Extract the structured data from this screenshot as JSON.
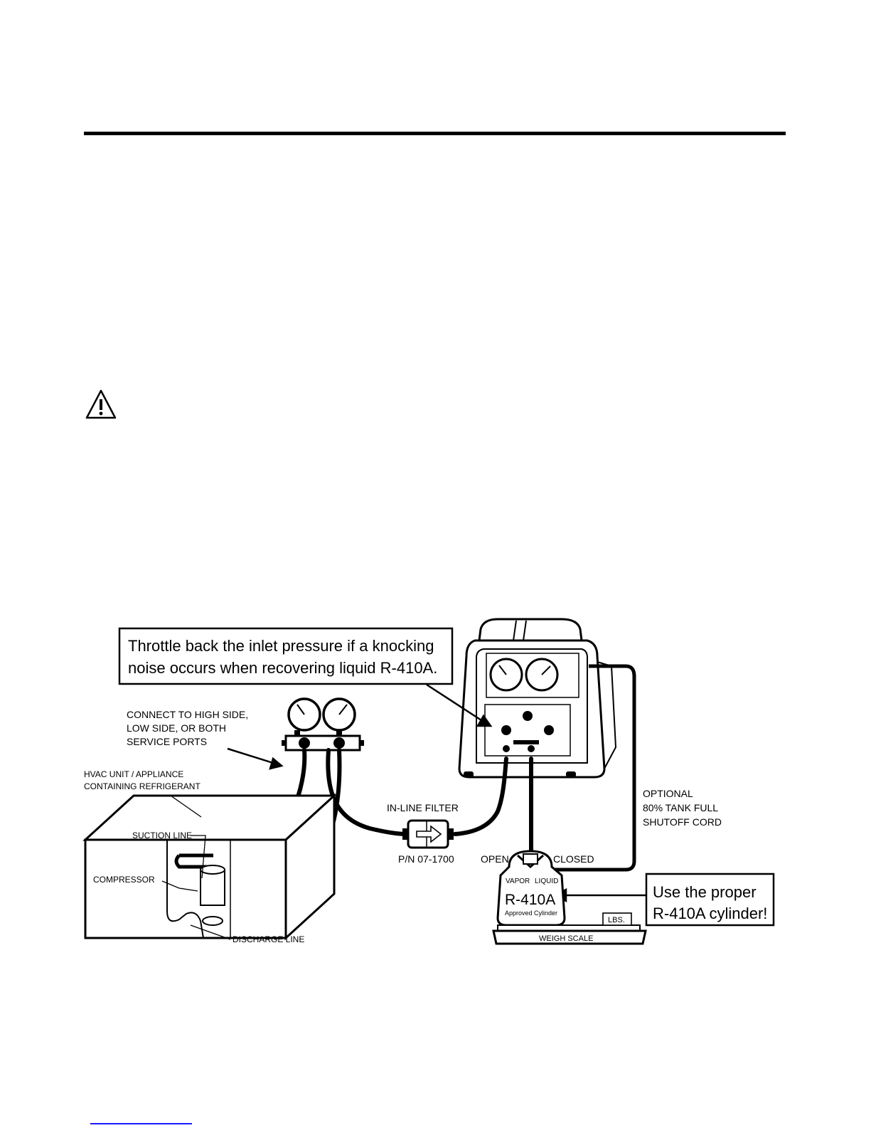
{
  "callouts": {
    "throttle": [
      "Throttle back the inlet pressure if a knocking",
      "noise occurs when recovering liquid R-410A."
    ],
    "cylinder": [
      "Use the proper",
      "R-410A cylinder!"
    ]
  },
  "labels": {
    "connect_ports": [
      "CONNECT TO HIGH SIDE,",
      "LOW SIDE, OR BOTH",
      "SERVICE PORTS"
    ],
    "hvac_unit": [
      "HVAC UNIT / APPLIANCE",
      "CONTAINING REFRIGERANT"
    ],
    "suction_line": "SUCTION LINE",
    "compressor": "COMPRESSOR",
    "discharge_line": "DISCHARGE LINE",
    "inline_filter": "IN-LINE FILTER",
    "filter_pn": "P/N 07-1700",
    "optional_cord": [
      "OPTIONAL",
      "80% TANK FULL",
      "SHUTOFF CORD"
    ],
    "open": "OPEN",
    "closed": "CLOSED",
    "vapor": "VAPOR",
    "liquid": "LIQUID",
    "refrigerant": "R-410A",
    "approved_cylinder": "Approved Cylinder",
    "lbs": "LBS.",
    "weigh_scale": "WEIGH SCALE"
  }
}
